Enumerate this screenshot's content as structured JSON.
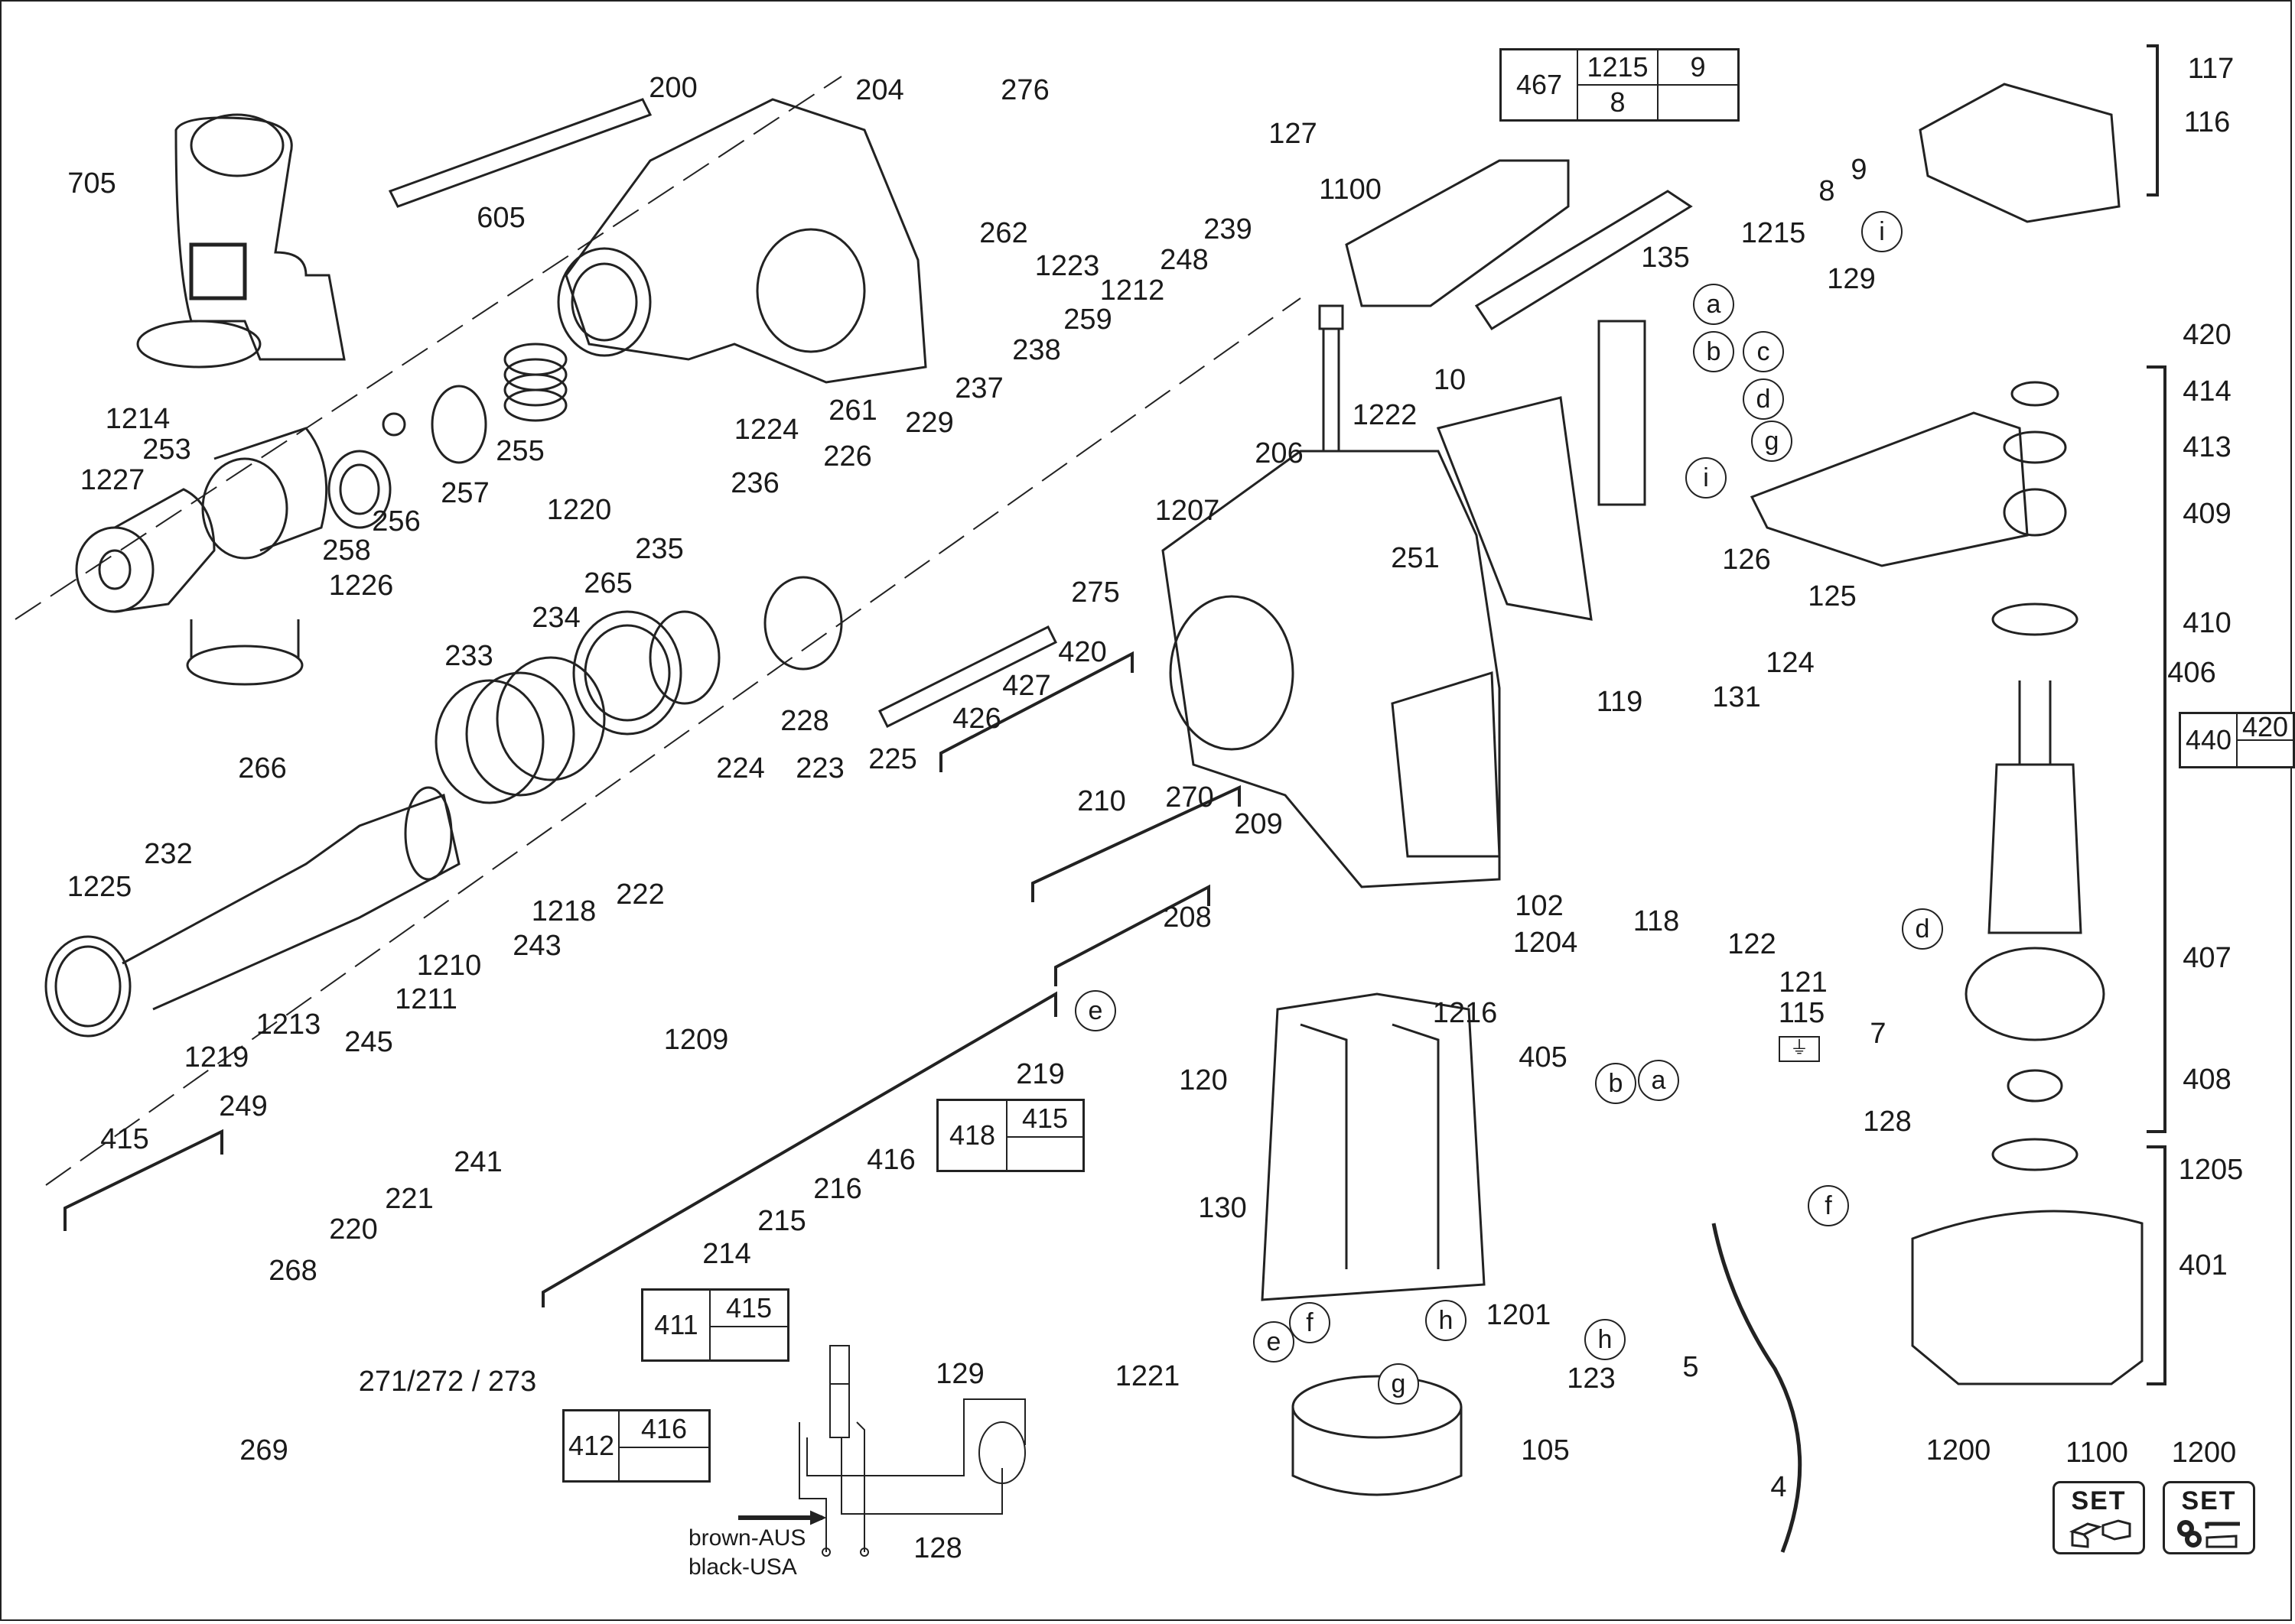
{
  "diagram": {
    "type": "exploded-parts-diagram",
    "subject": "rotary hammer drill",
    "part_labels": [
      {
        "id": "705"
      },
      {
        "id": "200"
      },
      {
        "id": "605"
      },
      {
        "id": "204"
      },
      {
        "id": "276"
      },
      {
        "id": "262"
      },
      {
        "id": "1223"
      },
      {
        "id": "239"
      },
      {
        "id": "248"
      },
      {
        "id": "1212"
      },
      {
        "id": "259"
      },
      {
        "id": "238"
      },
      {
        "id": "237"
      },
      {
        "id": "229"
      },
      {
        "id": "226"
      },
      {
        "id": "261"
      },
      {
        "id": "1224"
      },
      {
        "id": "255"
      },
      {
        "id": "1220"
      },
      {
        "id": "256"
      },
      {
        "id": "257"
      },
      {
        "id": "258"
      },
      {
        "id": "1214"
      },
      {
        "id": "253"
      },
      {
        "id": "1227"
      },
      {
        "id": "1226"
      },
      {
        "id": "236"
      },
      {
        "id": "235"
      },
      {
        "id": "265"
      },
      {
        "id": "234"
      },
      {
        "id": "233"
      },
      {
        "id": "275"
      },
      {
        "id": "228"
      },
      {
        "id": "266"
      },
      {
        "id": "232"
      },
      {
        "id": "1225"
      },
      {
        "id": "224"
      },
      {
        "id": "223"
      },
      {
        "id": "225"
      },
      {
        "id": "426"
      },
      {
        "id": "427"
      },
      {
        "id": "420"
      },
      {
        "id": "210"
      },
      {
        "id": "270"
      },
      {
        "id": "209"
      },
      {
        "id": "208"
      },
      {
        "id": "1218"
      },
      {
        "id": "222"
      },
      {
        "id": "1210"
      },
      {
        "id": "243"
      },
      {
        "id": "1211"
      },
      {
        "id": "1209"
      },
      {
        "id": "1213"
      },
      {
        "id": "1219"
      },
      {
        "id": "245"
      },
      {
        "id": "249"
      },
      {
        "id": "241"
      },
      {
        "id": "415"
      },
      {
        "id": "221"
      },
      {
        "id": "220"
      },
      {
        "id": "268"
      },
      {
        "id": "271/272 / 273"
      },
      {
        "id": "269"
      },
      {
        "id": "214"
      },
      {
        "id": "215"
      },
      {
        "id": "216"
      },
      {
        "id": "416"
      },
      {
        "id": "219"
      },
      {
        "id": "127"
      },
      {
        "id": "1100"
      },
      {
        "id": "135"
      },
      {
        "id": "1222"
      },
      {
        "id": "206"
      },
      {
        "id": "1207"
      },
      {
        "id": "10"
      },
      {
        "id": "251"
      },
      {
        "id": "119"
      },
      {
        "id": "102"
      },
      {
        "id": "118"
      },
      {
        "id": "1204"
      },
      {
        "id": "1216"
      },
      {
        "id": "405"
      },
      {
        "id": "120"
      },
      {
        "id": "130"
      },
      {
        "id": "1201"
      },
      {
        "id": "1221"
      },
      {
        "id": "123"
      },
      {
        "id": "105"
      },
      {
        "id": "122"
      },
      {
        "id": "121"
      },
      {
        "id": "115"
      },
      {
        "id": "5"
      },
      {
        "id": "4"
      },
      {
        "id": "1215"
      },
      {
        "id": "8"
      },
      {
        "id": "9"
      },
      {
        "id": "129"
      },
      {
        "id": "126"
      },
      {
        "id": "125"
      },
      {
        "id": "124"
      },
      {
        "id": "131"
      },
      {
        "id": "7"
      },
      {
        "id": "128"
      },
      {
        "id": "117"
      },
      {
        "id": "116"
      },
      {
        "id": "420"
      },
      {
        "id": "414"
      },
      {
        "id": "413"
      },
      {
        "id": "409"
      },
      {
        "id": "410"
      },
      {
        "id": "406"
      },
      {
        "id": "407"
      },
      {
        "id": "408"
      },
      {
        "id": "1205"
      },
      {
        "id": "401"
      },
      {
        "id": "1200"
      }
    ],
    "connector_letters": [
      "a",
      "b",
      "c",
      "d",
      "e",
      "f",
      "g",
      "h",
      "i"
    ],
    "kit_boxes": [
      {
        "main": "467",
        "includes": [
          "1215",
          "9",
          "8",
          ""
        ]
      },
      {
        "main": "440",
        "includes": [
          "420",
          ""
        ]
      },
      {
        "main": "418",
        "includes": [
          "415",
          ""
        ]
      },
      {
        "main": "411",
        "includes": [
          "415",
          ""
        ]
      },
      {
        "main": "412",
        "includes": [
          "416",
          ""
        ]
      }
    ],
    "set_badges": [
      {
        "number": "1100",
        "text": "SET",
        "icon": "housing-halves-icon"
      },
      {
        "number": "1200",
        "text": "SET",
        "icon": "screws-washers-icon"
      }
    ],
    "wiring_legend": {
      "line1": "brown-AUS",
      "line2": "black-USA",
      "wire_129": "129",
      "wire_128": "128"
    },
    "ground_symbol": "⏚"
  }
}
